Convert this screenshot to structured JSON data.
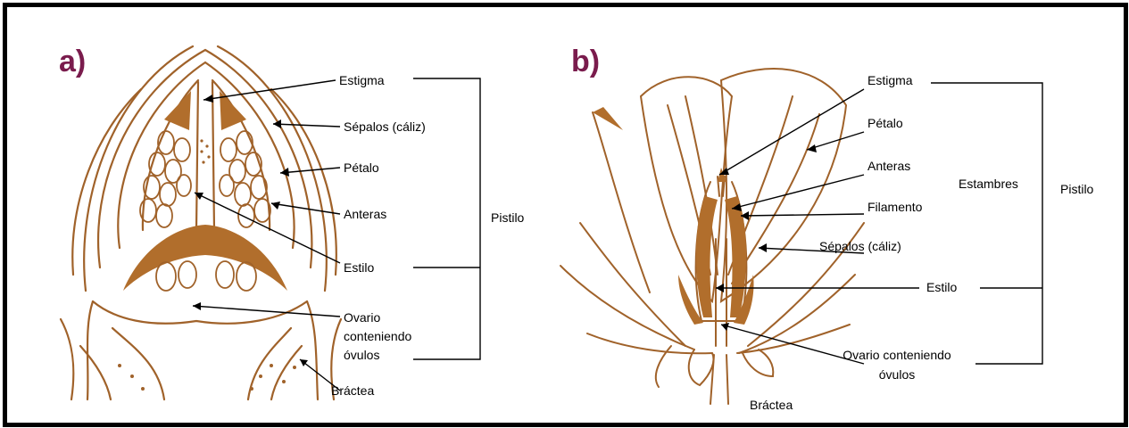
{
  "colors": {
    "drawing": "#a0622a",
    "fill": "#b16e2c",
    "panel_letter": "#7a1c4d",
    "leader_line": "#000000",
    "frame_border": "#000000"
  },
  "panel_a": {
    "letter": "a)",
    "labels": {
      "estigma": "Estigma",
      "sepalos": "Sépalos (cáliz)",
      "petalo": "Pétalo",
      "anteras": "Anteras",
      "pistilo": "Pistilo",
      "estilo": "Estilo",
      "ovario_line1": "Ovario",
      "ovario_line2": "conteniendo",
      "ovario_line3": "óvulos",
      "bractea": "Bráctea"
    }
  },
  "panel_b": {
    "letter": "b)",
    "labels": {
      "estigma": "Estigma",
      "petalo": "Pétalo",
      "anteras": "Anteras",
      "estambres": "Estambres",
      "pistilo": "Pistilo",
      "filamento": "Filamento",
      "sepalos": "Sépalos (cáliz)",
      "estilo": "Estilo",
      "ovario_line1": "Ovario conteniendo",
      "ovario_line2": "óvulos",
      "bractea": "Bráctea"
    }
  }
}
